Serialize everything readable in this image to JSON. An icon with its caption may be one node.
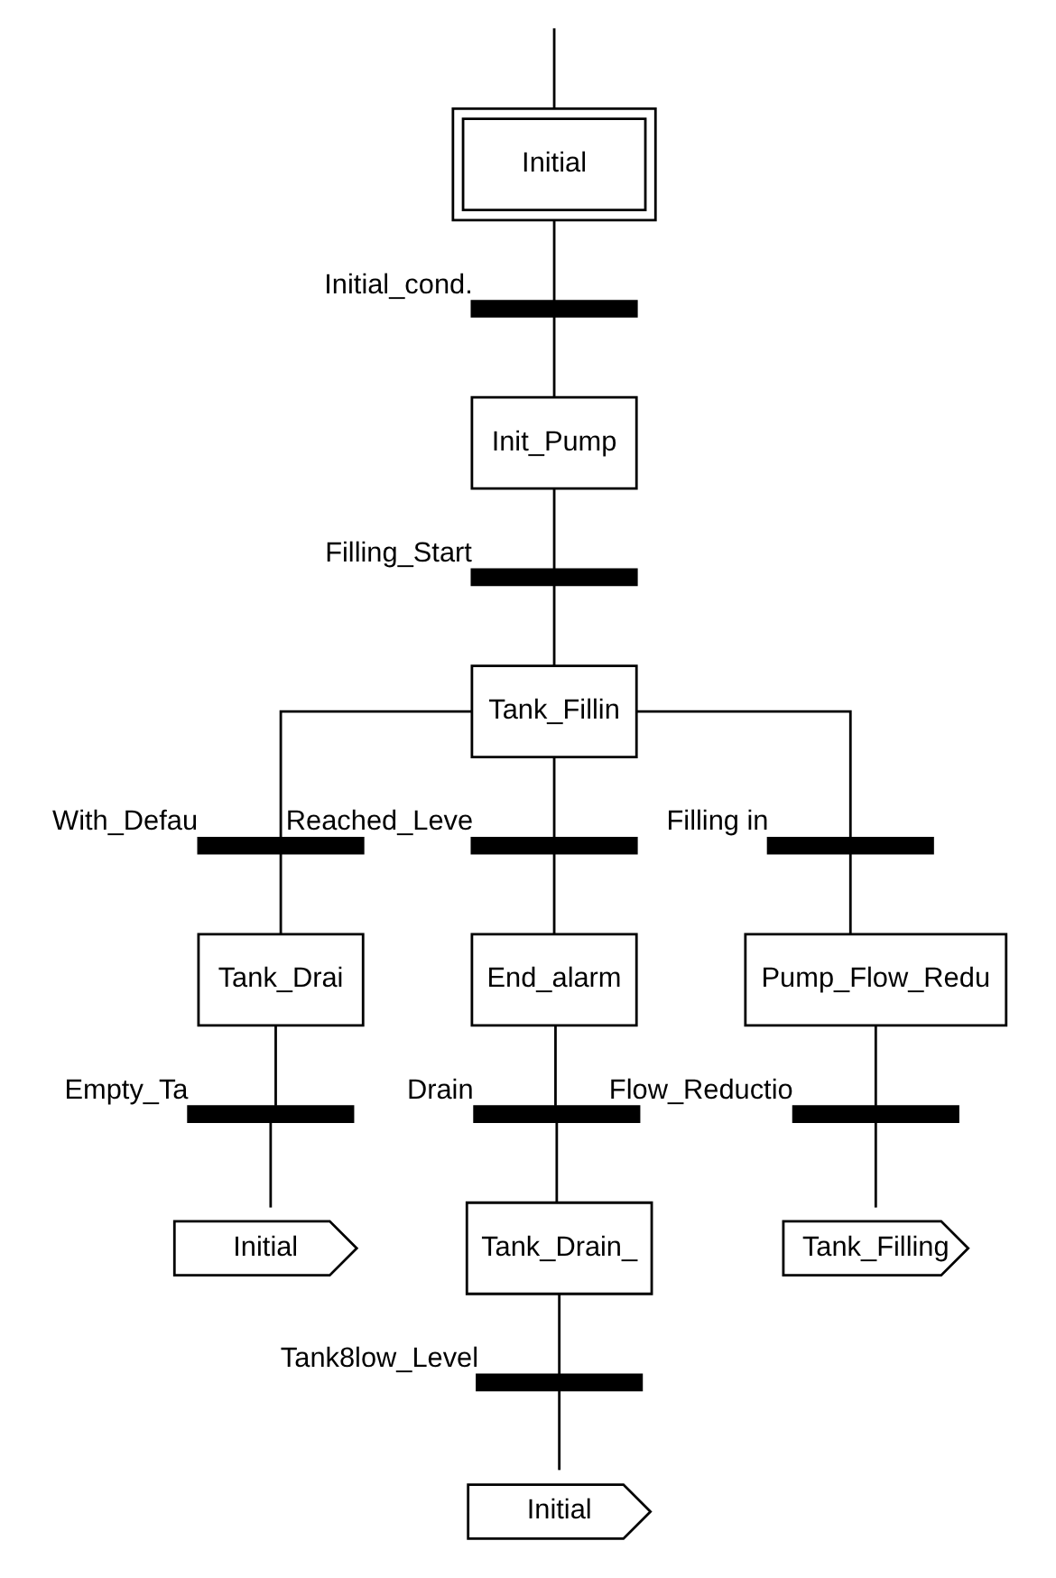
{
  "diagram": {
    "nodes": [
      {
        "text": [
          "Initial"
        ]
      },
      {
        "text": [],
        "shape": "bar",
        "beside": [
          "Initial_cond."
        ]
      },
      {
        "text": [
          "Init_Pump"
        ]
      },
      {
        "text": [],
        "shape": "bar",
        "beside": [
          "Filling_Start"
        ]
      },
      {
        "text": [
          "Tank_Fillin"
        ]
      },
      {
        "text": [],
        "shape": "bar",
        "beside": [
          "With_Defau"
        ]
      },
      {
        "text": [],
        "shape": "bar",
        "beside": [
          "Reached_Leve"
        ]
      },
      {
        "text": [],
        "shape": "bar",
        "beside": [
          "Filling in"
        ]
      },
      {
        "text": [
          "Tank_Drai"
        ]
      },
      {
        "text": [
          "End_alarm"
        ]
      },
      {
        "text": [
          "Pump_Flow_Redu"
        ]
      },
      {
        "text": [],
        "shape": "bar",
        "beside": [
          "Empty_Ta"
        ]
      },
      {
        "text": [],
        "shape": "bar",
        "beside": [
          "Drain"
        ]
      },
      {
        "text": [],
        "shape": "bar",
        "beside": [
          "Flow_Reductio"
        ]
      },
      {
        "text": [
          "Initial"
        ]
      },
      {
        "text": [
          "Tank_Drain_"
        ]
      },
      {
        "text": [
          "Tank_Filling"
        ]
      },
      {
        "text": [],
        "shape": "bar",
        "beside": [
          "Tank8low_Level"
        ]
      },
      {
        "text": [
          "Initial"
        ]
      }
    ],
    "edges": [
      {
        "from": null,
        "to": 0,
        "arrow": "none"
      },
      {
        "from": 0,
        "to": 1,
        "arrow": "none"
      },
      {
        "from": 1,
        "to": 2,
        "arrow": "none"
      },
      {
        "from": 2,
        "to": 3,
        "arrow": "none"
      },
      {
        "from": 3,
        "to": 4,
        "arrow": "none"
      },
      {
        "from": 4,
        "to": 5,
        "arrow": "none"
      },
      {
        "from": 4,
        "to": 6,
        "arrow": "none"
      },
      {
        "from": 4,
        "to": 7,
        "arrow": "none"
      },
      {
        "from": 5,
        "to": 8,
        "arrow": "none"
      },
      {
        "from": 6,
        "to": 9,
        "arrow": "none"
      },
      {
        "from": 7,
        "to": 10,
        "arrow": "none"
      },
      {
        "from": 8,
        "to": 11,
        "arrow": "none"
      },
      {
        "from": 9,
        "to": 12,
        "arrow": "none"
      },
      {
        "from": 10,
        "to": 13,
        "arrow": "none"
      },
      {
        "from": 11,
        "to": 14,
        "arrow": "none"
      },
      {
        "from": 12,
        "to": 15,
        "arrow": "none"
      },
      {
        "from": 13,
        "to": 16,
        "arrow": "none"
      },
      {
        "from": 15,
        "to": 17,
        "arrow": "none"
      },
      {
        "from": 17,
        "to": 18,
        "arrow": "none"
      }
    ]
  }
}
